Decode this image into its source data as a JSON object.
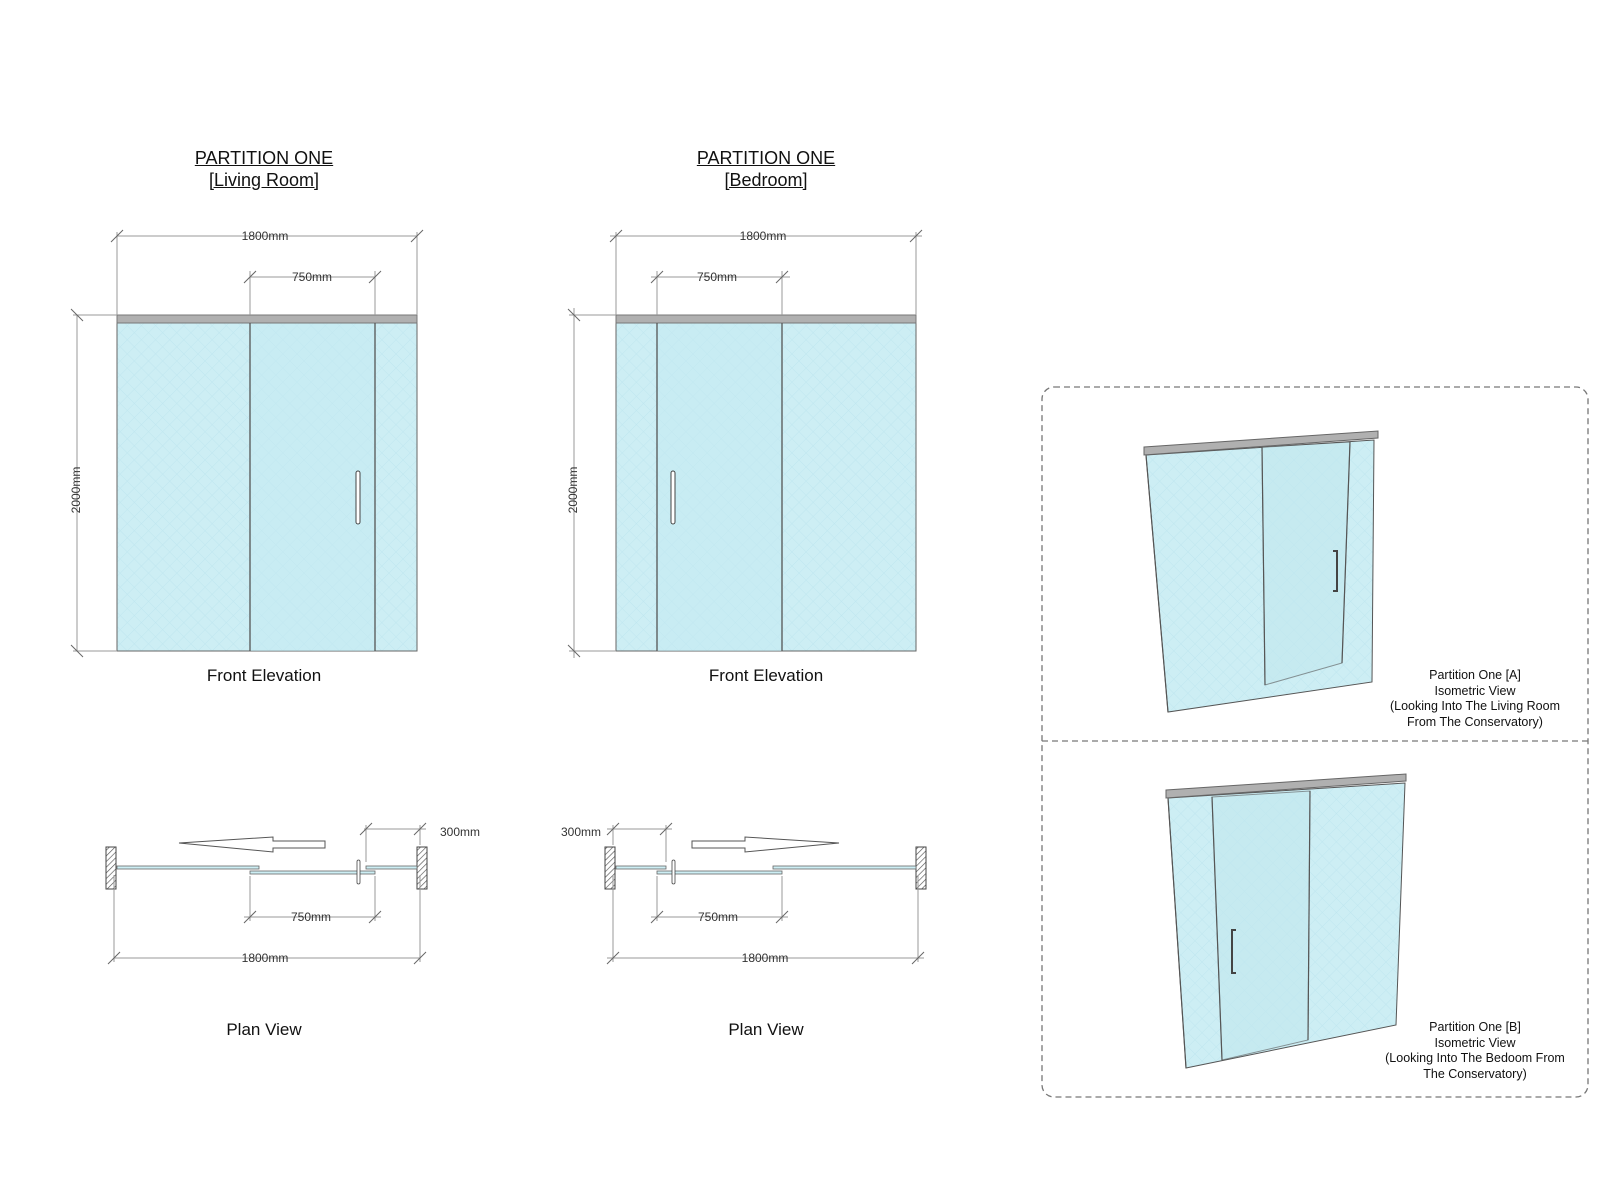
{
  "left_drawing": {
    "title_line1": "PARTITION ONE",
    "title_line2": "[Living Room]",
    "elevation_caption": "Front Elevation",
    "plan_caption": "Plan View",
    "dims": {
      "overall_width": "1800mm",
      "door_width": "750mm",
      "height": "2000mm",
      "wall_return": "300mm"
    }
  },
  "right_drawing": {
    "title_line1": "PARTITION ONE",
    "title_line2": "[Bedroom]",
    "elevation_caption": "Front Elevation",
    "plan_caption": "Plan View",
    "dims": {
      "overall_width": "1800mm",
      "door_width": "750mm",
      "height": "2000mm",
      "wall_return": "300mm"
    }
  },
  "isometric_panel": {
    "view_a": {
      "line1": "Partition One [A]",
      "line2": "Isometric View",
      "line3": "(Looking Into The Living Room",
      "line4": "From The Conservatory)"
    },
    "view_b": {
      "line1": "Partition One [B]",
      "line2": "Isometric View",
      "line3": "(Looking Into The Bedoom From",
      "line4": "The Conservatory)"
    }
  },
  "colors": {
    "glass": "#cdeef4",
    "glass_dark": "#b9e3ec",
    "track": "#a9a9a9",
    "line": "#666666",
    "dashed_border": "#777777"
  }
}
